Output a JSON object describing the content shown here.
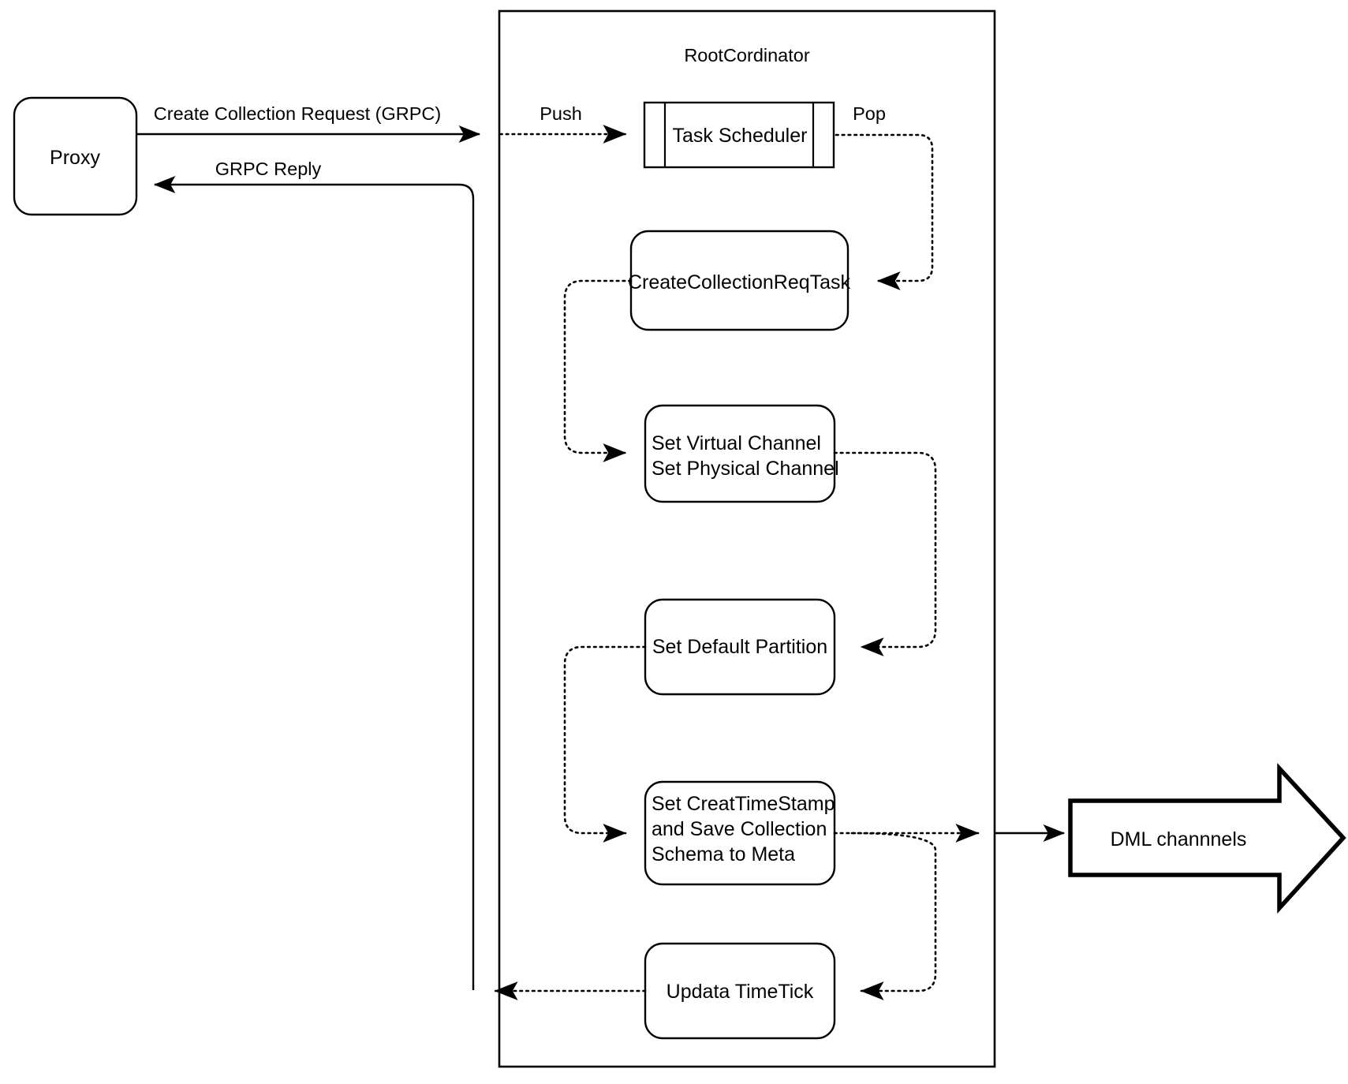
{
  "diagram": {
    "title_label": "RootCordinator",
    "nodes": {
      "proxy": {
        "label": "Proxy"
      },
      "task_scheduler": {
        "label": "Task Scheduler"
      },
      "create_collection_req_task": {
        "label": "CreateCollectionReqTask"
      },
      "set_channels": {
        "line1": "Set Virtual Channel",
        "line2": "Set Physical Channel"
      },
      "set_default_partition": {
        "label": "Set Default Partition"
      },
      "set_timestamp": {
        "line1": "Set CreatTimeStamp",
        "line2": "and Save Collection",
        "line3": "Schema to Meta"
      },
      "update_timetick": {
        "label": "Updata TimeTick"
      },
      "dml_channels": {
        "label": "DML channnels"
      }
    },
    "edges": {
      "create_collection_request": "Create Collection Request (GRPC)",
      "grpc_reply": "GRPC Reply",
      "push": "Push",
      "pop": "Pop"
    },
    "colors": {
      "stroke": "#000000",
      "fill": "#ffffff",
      "background": "#ffffff"
    }
  }
}
